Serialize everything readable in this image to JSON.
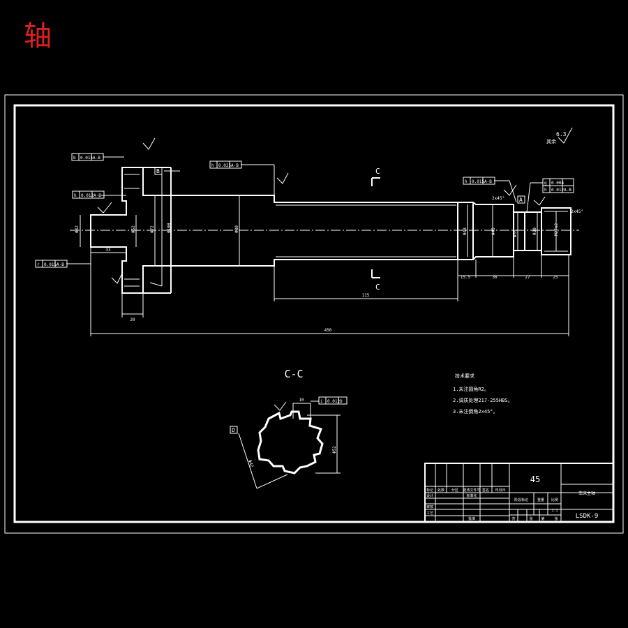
{
  "page_title": "轴",
  "section_label": "C-C",
  "section_marks": [
    "C",
    "C"
  ],
  "roughness_note": {
    "prefix": "其余",
    "value": "6.3"
  },
  "tech_requirements": {
    "title": "技术要求",
    "items": [
      "1.未注圆角R2。",
      "2.调质处理217-255HBS。",
      "3.未注倒角2x45°。"
    ]
  },
  "dimensions": {
    "overall_length": "450",
    "shaft_segment": "115",
    "left_flange_width": "20",
    "left_stub": "33",
    "right_segments": [
      "15.5",
      "36",
      "27",
      "25"
    ],
    "diameters": [
      "Φ32",
      "Φ52",
      "Φ72",
      "Φ100",
      "Φ80",
      "Φ48",
      "Φ45",
      "Φ35",
      "Φ30"
    ],
    "thread": "M27x2",
    "chamfer": "2x45°",
    "spline_outer": "Φ52",
    "spline_inner": "Φ42",
    "spline_width": "10"
  },
  "tolerance_frames": [
    {
      "symbol": "b",
      "value": "0.015",
      "datum": "A-B"
    },
    {
      "symbol": "h",
      "value": "0.025",
      "datum": "A-B"
    },
    {
      "symbol": "h",
      "value": "0.012",
      "datum": "A-B"
    },
    {
      "symbol": "r",
      "value": "0.015",
      "datum": "A-B"
    },
    {
      "symbol": "h",
      "value": "0.015",
      "datum": "A-B"
    },
    {
      "symbol": "g",
      "value": "0.004",
      "datum": ""
    },
    {
      "symbol": "h",
      "value": "0.012",
      "datum": "A-B"
    },
    {
      "symbol": "i",
      "value": "0.012",
      "datum": "D"
    }
  ],
  "datums": [
    "A",
    "B",
    "D"
  ],
  "title_block": {
    "material": "45",
    "part_name": "车床主轴",
    "drawing_no": "LSDK-9",
    "cells": [
      "标记",
      "处数",
      "分区",
      "更改文件号",
      "签名",
      "年月日",
      "设计",
      "标准化",
      "审核",
      "工艺",
      "批准",
      "阶段标记",
      "重量",
      "比例",
      "1:1",
      "共",
      "张",
      "第",
      "张"
    ]
  },
  "colors": {
    "line": "#ffffff",
    "title": "#e02020",
    "background": "#000000"
  }
}
